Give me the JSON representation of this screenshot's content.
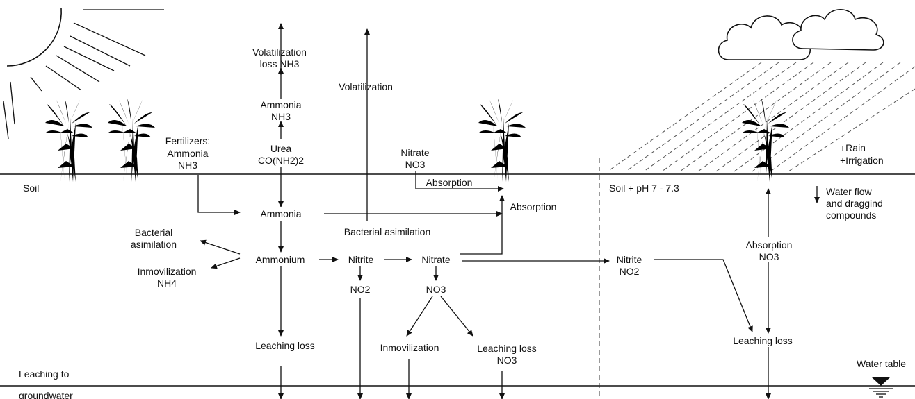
{
  "labels": {
    "soil": "Soil",
    "soil_ph": "Soil + pH 7 - 7.3",
    "rain": "+Rain",
    "irrigation": "+Irrigation",
    "water_flow_1": "Water flow",
    "water_flow_2": "and draggind",
    "water_flow_3": "compounds",
    "water_table": "Water table",
    "leaching_to": "Leaching to",
    "groundwater": "groundwater"
  },
  "nodes": {
    "volatilization_loss": "Volatilization",
    "volatilization_loss_2": "loss NH3",
    "ammonia_nh3": "Ammonia",
    "ammonia_nh3_2": "NH3",
    "urea": "Urea",
    "urea_2": "CO(NH2)2",
    "fertilizers": "Fertilizers:",
    "fertilizers_2": "Ammonia",
    "fertilizers_3": "NH3",
    "volatilization": "Volatilization",
    "nitrate_top": "Nitrate",
    "nitrate_top_2": "NO3",
    "absorption_1": "Absorption",
    "absorption_2": "Absorption",
    "ammonia": "Ammonia",
    "bacterial_asimilation_center": "Bacterial asimilation",
    "bacterial_asimilation_left": "Bacterial",
    "bacterial_asimilation_left_2": "asimilation",
    "inmovilization_nh4": "Inmovilization",
    "inmovilization_nh4_2": "NH4",
    "ammonium": "Ammonium",
    "nitrite": "Nitrite",
    "no2": "NO2",
    "nitrate": "Nitrate",
    "no3": "NO3",
    "leaching_loss_1": "Leaching loss",
    "inmovilization": "Inmovilization",
    "leaching_loss_no3": "Leaching loss",
    "leaching_loss_no3_2": "NO3",
    "nitrite_right": "Nitrite",
    "nitrite_right_2": "NO2",
    "absorption_no3": "Absorption",
    "absorption_no3_2": "NO3",
    "leaching_loss_right": "Leaching loss"
  }
}
